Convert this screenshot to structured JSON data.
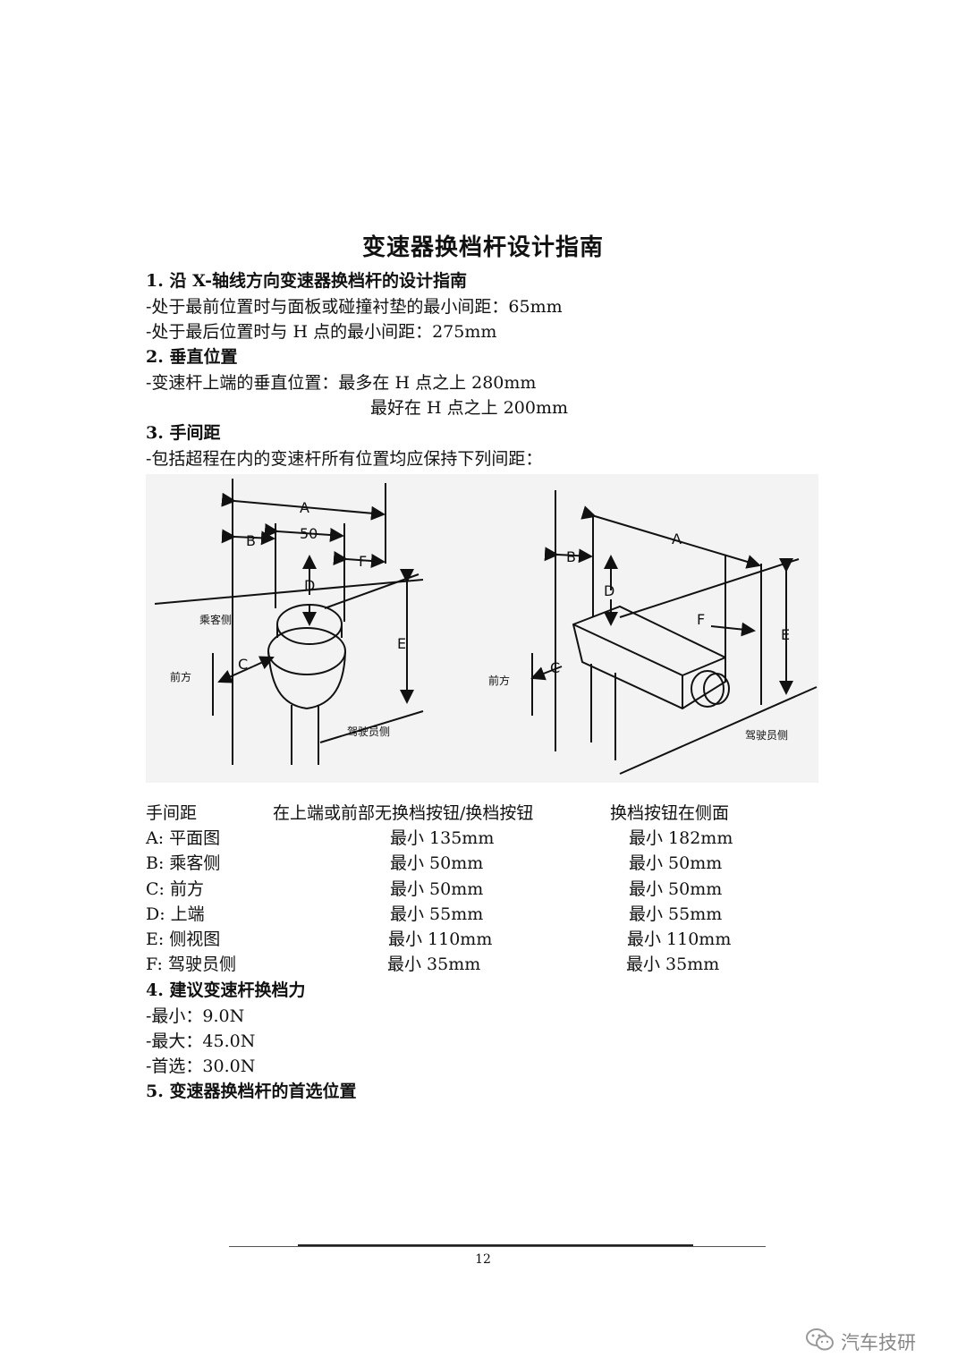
{
  "doc": {
    "title": "变速器换档杆设计指南",
    "s1_heading": "1.  沿 X-轴线方向变速器换档杆的设计指南",
    "s1_line1": "-处于最前位置时与面板或碰撞衬垫的最小间距：65mm",
    "s1_line2": "-处于最后位置时与 H 点的最小间距：275mm",
    "s2_heading": "2.  垂直位置",
    "s2_line1": "-变速杆上端的垂直位置：最多在 H 点之上 280mm",
    "s2_line2": "最好在 H 点之上 200mm",
    "s3_heading": "3.  手间距",
    "s3_line1": "-包括超程在内的变速杆所有位置均应保持下列间距：",
    "s4_heading": "4.   建议变速杆换档力",
    "s4_min": "-最小：9.0N",
    "s4_max": "-最大：45.0N",
    "s4_pref": "-首选：30.0N",
    "s5_heading": "5.  变速器换档杆的首选位置"
  },
  "figure": {
    "left": {
      "A": "A",
      "B": "B",
      "n50": "50",
      "F": "F",
      "D": "D",
      "E": "E",
      "C": "C",
      "passenger": "乘客侧",
      "front": "前方",
      "driver": "驾驶员侧"
    },
    "right": {
      "A": "A",
      "B": "B",
      "D": "D",
      "F": "F",
      "E": "E",
      "C": "C",
      "front": "前方",
      "driver": "驾驶员侧"
    }
  },
  "table": {
    "headers": [
      "手间距",
      "在上端或前部无换档按钮/换档按钮",
      "换档按钮在侧面"
    ],
    "rows": [
      [
        "A:  平面图",
        "最小 135mm",
        "最小  182mm"
      ],
      [
        "B:  乘客侧",
        "最小 50mm",
        "最小  50mm"
      ],
      [
        "C:  前方",
        "最小 50mm",
        "最小  50mm"
      ],
      [
        "D:  上端",
        "最小 55mm",
        "最小  55mm"
      ],
      [
        "E:  侧视图",
        "最小 110mm",
        "最小  110mm"
      ],
      [
        "F:  驾驶员侧",
        "最小 35mm",
        "最小  35mm"
      ]
    ]
  },
  "footer": {
    "page_number": "12",
    "watermark": "汽车技研",
    "watermark_icon": "wechat-icon"
  }
}
